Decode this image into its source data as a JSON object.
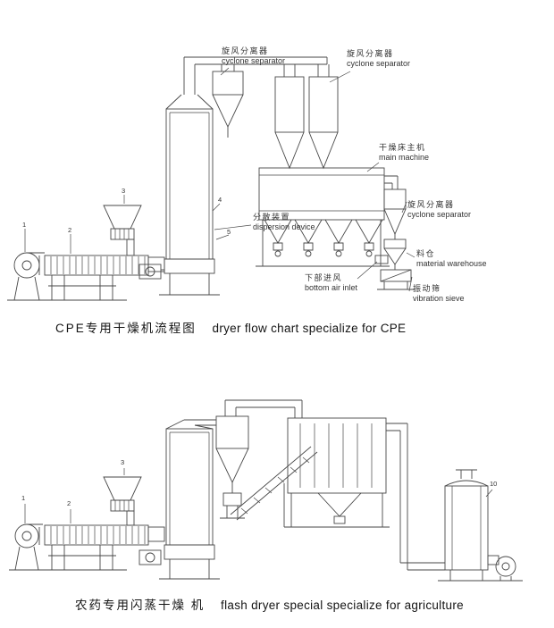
{
  "colors": {
    "line": "#474747",
    "text": "#2b2b2b",
    "bg": "#ffffff"
  },
  "top_diagram": {
    "caption": {
      "zh": "CPE专用干燥机流程图",
      "en": "dryer flow chart specialize for CPE"
    },
    "labels": {
      "cyclone1": {
        "zh": "旋风分离器",
        "en": "cyclone separator"
      },
      "cyclone2": {
        "zh": "旋风分离器",
        "en": "cyclone separator"
      },
      "main_machine": {
        "zh": "干燥床主机",
        "en": "main machine"
      },
      "cyclone3": {
        "zh": "旋风分离器",
        "en": "cyclone separator"
      },
      "dispersion": {
        "zh": "分散装置",
        "en": "dispersion device"
      },
      "warehouse": {
        "zh": "料仓",
        "en": "material warehouse"
      },
      "air_inlet": {
        "zh": "下部进风",
        "en": "bottom air inlet"
      },
      "sieve": {
        "zh": "振动筛",
        "en": "vibration sieve"
      }
    },
    "callouts": [
      "1",
      "2",
      "3",
      "4",
      "5"
    ]
  },
  "bottom_diagram": {
    "caption": {
      "zh": "农药专用闪蒸干燥 机",
      "en": "flash dryer special specialize for agriculture"
    },
    "callouts": [
      "1",
      "2",
      "3",
      "10"
    ]
  }
}
